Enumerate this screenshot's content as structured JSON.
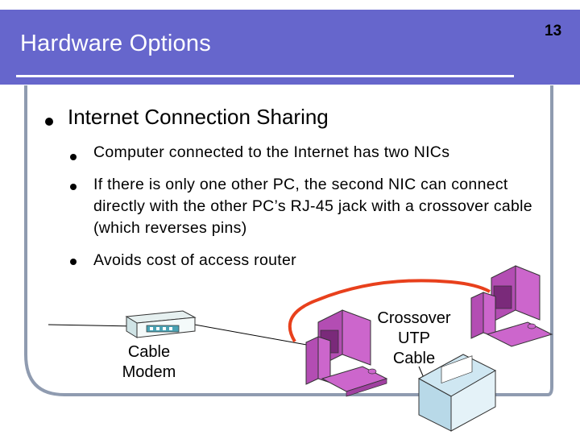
{
  "slide": {
    "title": "Hardware Options",
    "number": "13",
    "accent_color": "#6666cc"
  },
  "bullets": {
    "main": "Internet Connection Sharing",
    "sub": [
      "Computer connected to the Internet has two NICs",
      "If there is only one other PC, the second NIC can connect directly with the other PC’s RJ-45 jack with a crossover cable (which reverses pins)",
      "Avoids cost of access router"
    ]
  },
  "diagram": {
    "cable_modem_label_line1": "Cable",
    "cable_modem_label_line2": "Modem",
    "crossover_label_line1": "Crossover",
    "crossover_label_line2": "UTP",
    "crossover_label_line3": "Cable",
    "crossover_cable_color": "#e8401c",
    "pc_color": "#cc66cc"
  }
}
